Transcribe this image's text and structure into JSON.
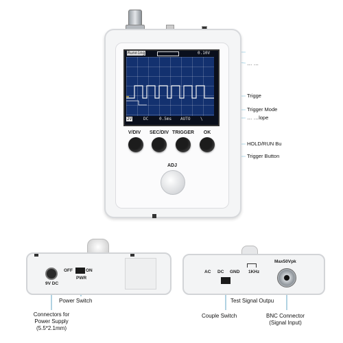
{
  "screen": {
    "status_left": "Running",
    "status_right": "0.10V",
    "bottom": [
      "2V",
      "DC",
      "0.5ms",
      "AUTO",
      "\\"
    ]
  },
  "buttons": [
    {
      "label": "V/DIV"
    },
    {
      "label": "SEC/DIV"
    },
    {
      "label": "TRIGGER"
    },
    {
      "label": "OK"
    }
  ],
  "adj_label": "ADJ",
  "callouts": {
    "top_obscured": "… …",
    "trigger_partial": "Trigge",
    "trigger_mode": "Trigger Mode",
    "trigger_slope_partial": "… …lope",
    "hold_run": "HOLD/RUN Bu",
    "trigger_button": "Trigger Button"
  },
  "left_panel": {
    "off_label": "OFF",
    "on_label": "ON",
    "pwr_label": "PWR",
    "voltage_label": "9V  DC",
    "power_switch_caption": "Power Switch",
    "connector_caption": "Connectors for\nPower Supply\n(5.5*2.1mm)"
  },
  "right_panel": {
    "ac_label": "AC",
    "dc_label": "DC",
    "gnd_label": "GND",
    "test_freq_label": "1KHz",
    "max_label": "Max50Vpk",
    "test_signal_caption": "Test Signal Outpu",
    "couple_switch_caption": "Couple Switch",
    "bnc_caption": "BNC Connector\n(Signal Input)"
  }
}
